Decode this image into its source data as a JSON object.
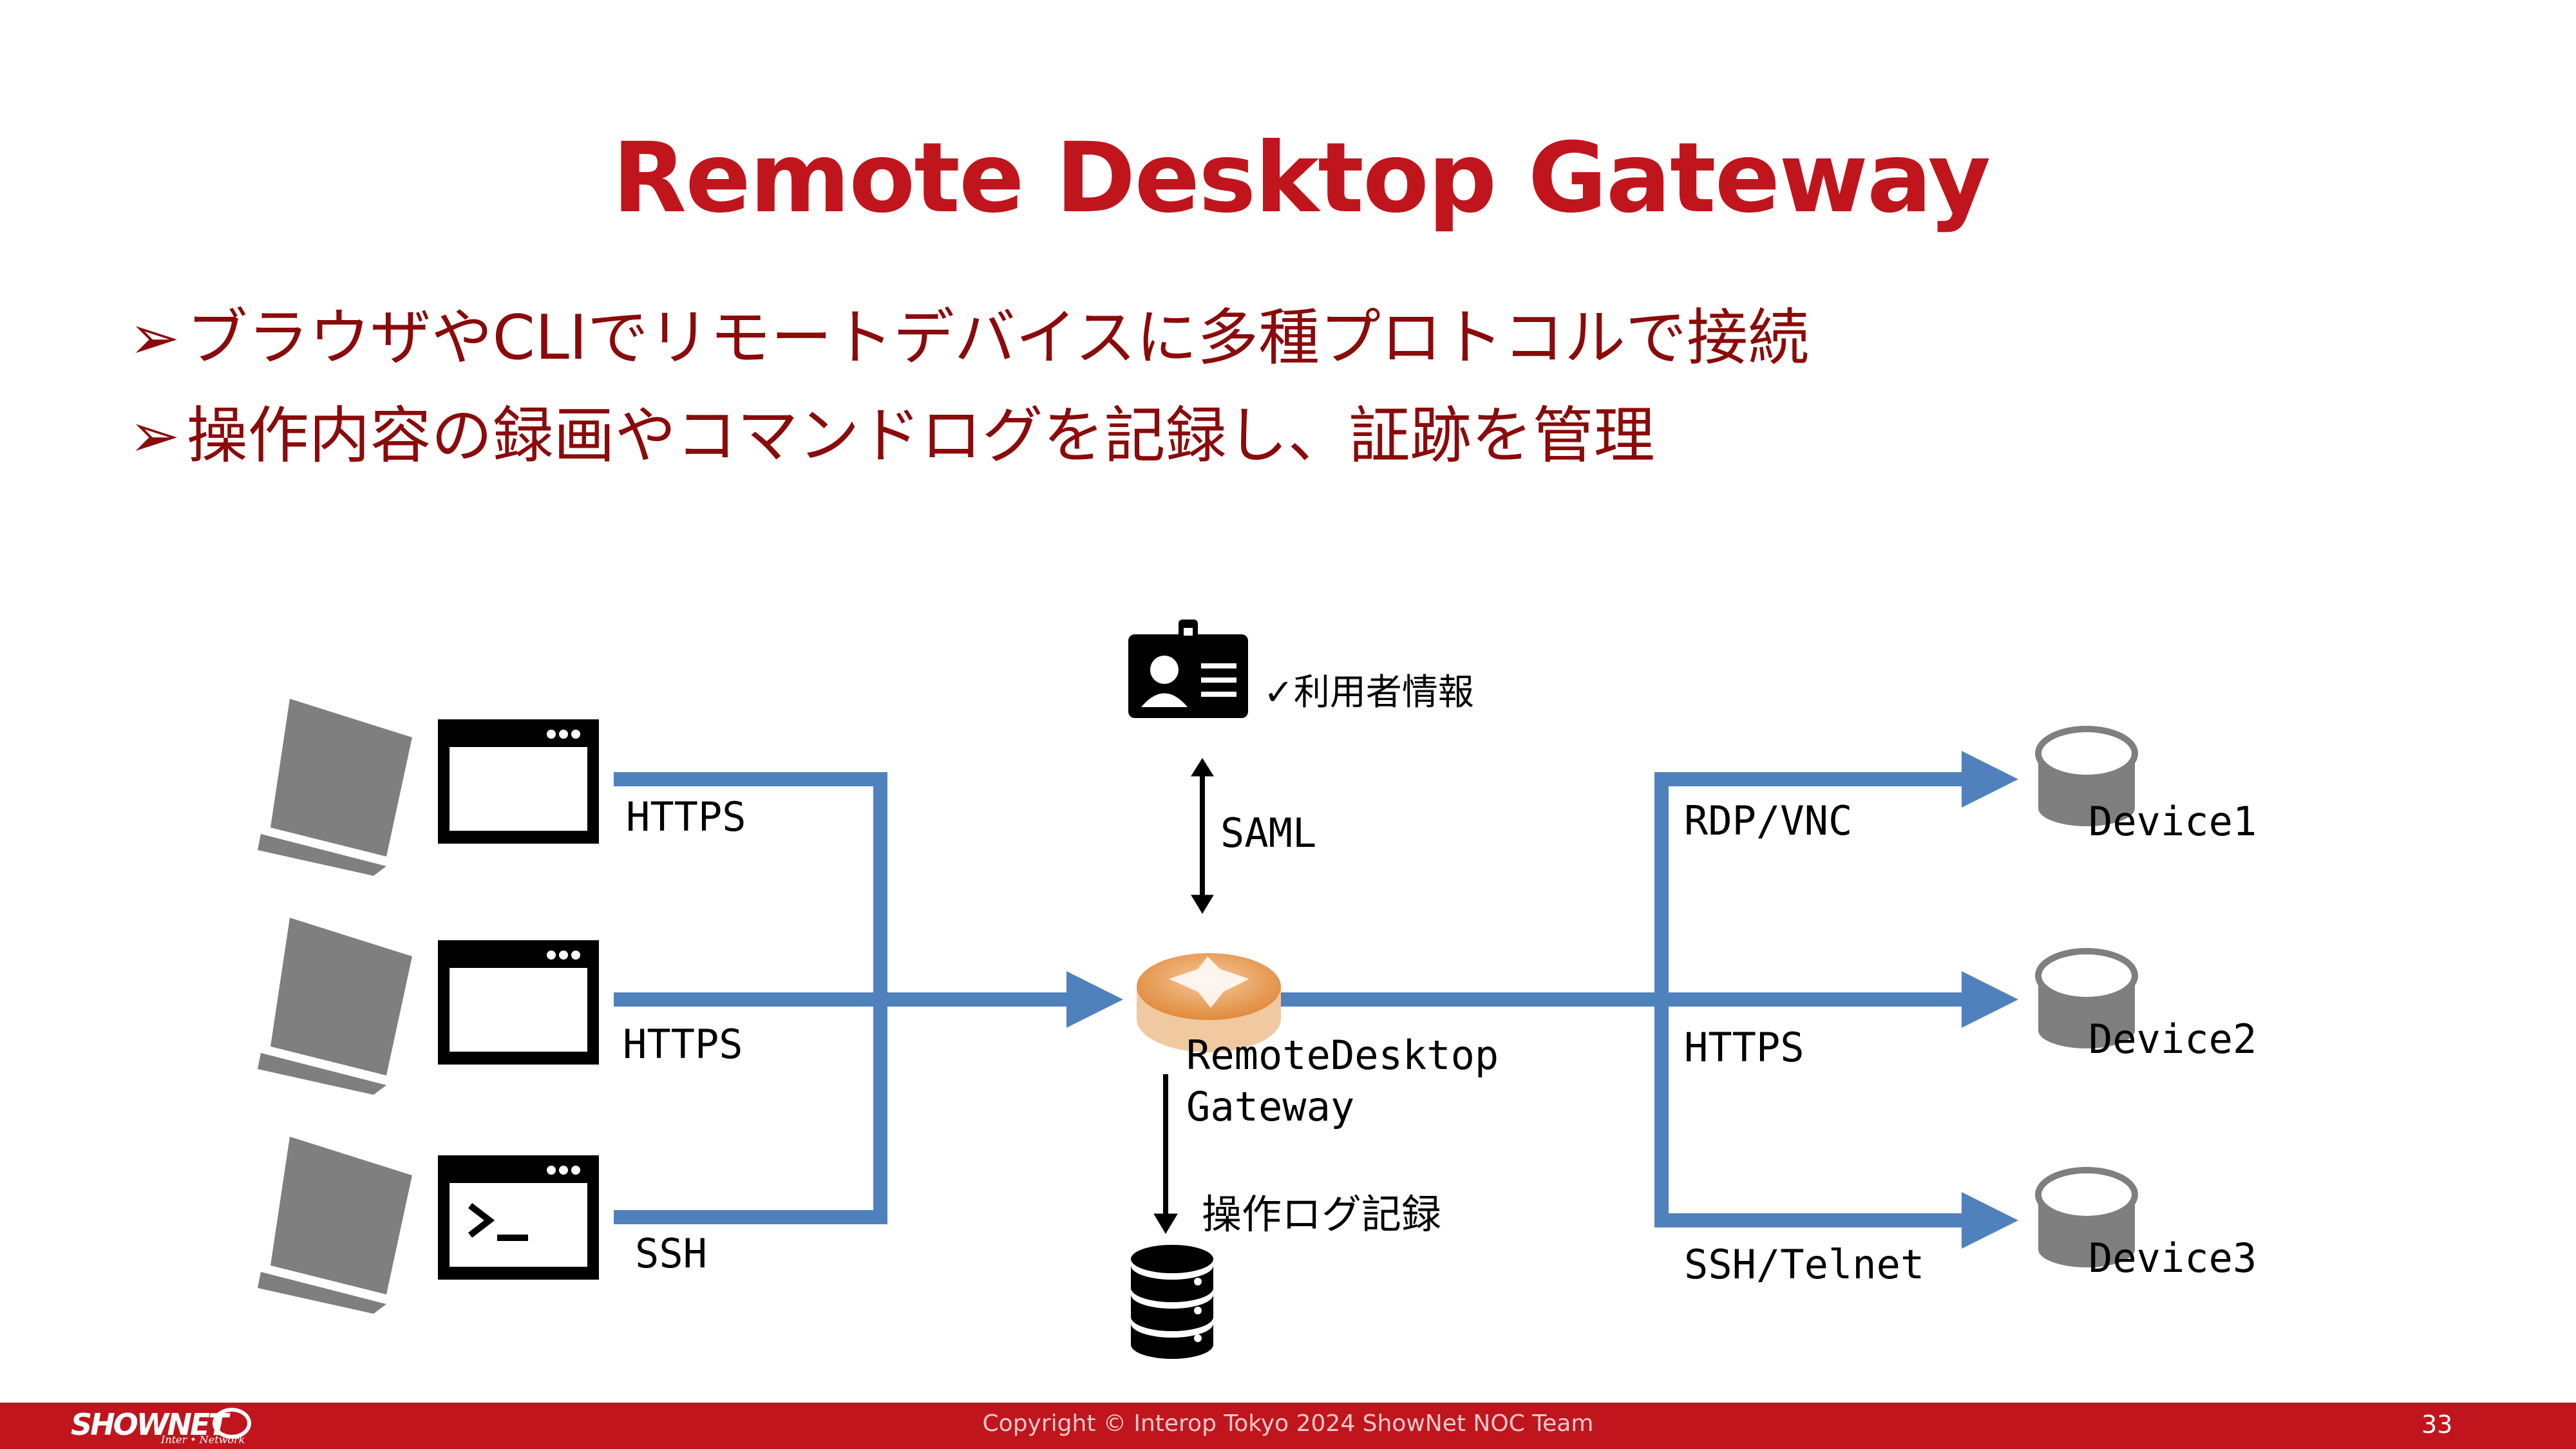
{
  "title": "Remote Desktop Gateway",
  "bullets": [
    {
      "mark": "➢",
      "text": "ブラウザやCLIでリモートデバイスに多種プロトコルで接続"
    },
    {
      "mark": "➢",
      "text": "操作内容の録画やコマンドログを記録し、証跡を管理"
    }
  ],
  "diagram": {
    "client_protocols": [
      "HTTPS",
      "HTTPS",
      "SSH"
    ],
    "idp_label": "✓利用者情報",
    "saml_label": "SAML",
    "gateway_label_line1": "RemoteDesktop",
    "gateway_label_line2": "Gateway",
    "log_label": "操作ログ記録",
    "device_protocols": [
      "RDP/VNC",
      "HTTPS",
      "SSH/Telnet"
    ],
    "devices": [
      "Device1",
      "Device2",
      "Device3"
    ],
    "colors": {
      "link": "#4f81bd",
      "title": "#c0151c",
      "bullet": "#8b0a0a",
      "laptop": "#7f7f7f",
      "router": "#e8a052"
    }
  },
  "footer": {
    "logo": "SHOWNET",
    "logo_sub": "Inter • Network",
    "copyright": "Copyright © Interop Tokyo 2024 ShowNet NOC Team",
    "page": "33"
  }
}
